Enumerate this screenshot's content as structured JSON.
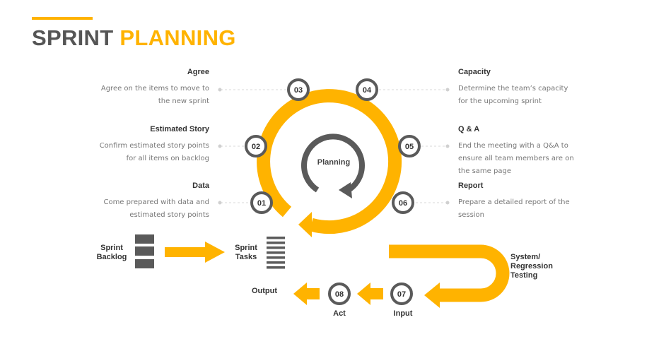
{
  "title": {
    "word1": "SPRINT",
    "word2": "PLANNING"
  },
  "colors": {
    "accent": "#FFB300",
    "dark": "#5a5a5a",
    "text": "#333333",
    "muted": "#777777"
  },
  "center_label": "Planning",
  "steps": [
    {
      "num": "01",
      "heading": "Data",
      "desc": "Come prepared with data and estimated story points"
    },
    {
      "num": "02",
      "heading": "Estimated Story",
      "desc": "Confirm estimated story points for all items on backlog"
    },
    {
      "num": "03",
      "heading": "Agree",
      "desc": "Agree on the items to move to the new sprint"
    },
    {
      "num": "04",
      "heading": "Capacity",
      "desc": "Determine the team’s capacity for the upcoming sprint"
    },
    {
      "num": "05",
      "heading": "Q & A",
      "desc": "End the meeting with a Q&A to ensure all team members are on the same page"
    },
    {
      "num": "06",
      "heading": "Report",
      "desc": "Prepare a detailed report of the session"
    }
  ],
  "flow": {
    "sprint_backlog": "Sprint Backlog",
    "sprint_tasks": "Sprint Tasks",
    "testing": "System/ Regression Testing",
    "input": "Input",
    "act": "Act",
    "output": "Output",
    "input_num": "07",
    "act_num": "08"
  }
}
